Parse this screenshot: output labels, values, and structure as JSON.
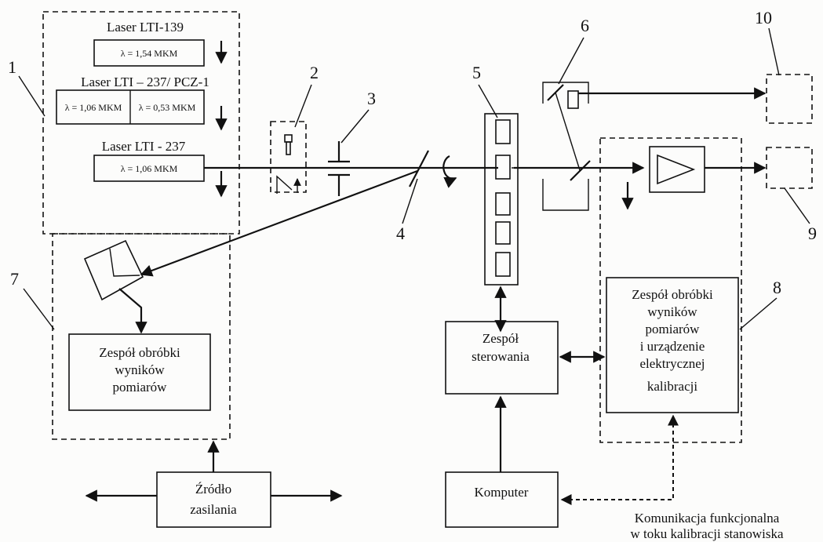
{
  "lasers": {
    "lti139_title": "Laser LTI-139",
    "lti139_wl": "λ = 1,54 MKM",
    "lti237pcz_title": "Laser LTI – 237/ PCZ-1",
    "lti237pcz_wl1": "λ = 1,06 MKM",
    "lti237pcz_wl2": "λ = 0,53 MKM",
    "lti237_title": "Laser LTI - 237",
    "lti237_wl": "λ = 1,06 MKM"
  },
  "blocks": {
    "processing_left": [
      "Zespół obróbki",
      "wyników",
      "pomiarów"
    ],
    "control": [
      "Zespół",
      "sterowania"
    ],
    "processing_right": [
      "Zespół obróbki",
      "wyników",
      "pomiarów",
      "i urządzenie",
      "elektrycznej",
      "kalibracji"
    ],
    "computer": "Komputer",
    "power": [
      "Źródło",
      "zasilania"
    ]
  },
  "callouts": [
    "1",
    "2",
    "3",
    "4",
    "5",
    "6",
    "7",
    "8",
    "9",
    "10"
  ],
  "note": [
    "Komunikacja funkcjonalna",
    "w toku kalibracji stanowiska"
  ]
}
